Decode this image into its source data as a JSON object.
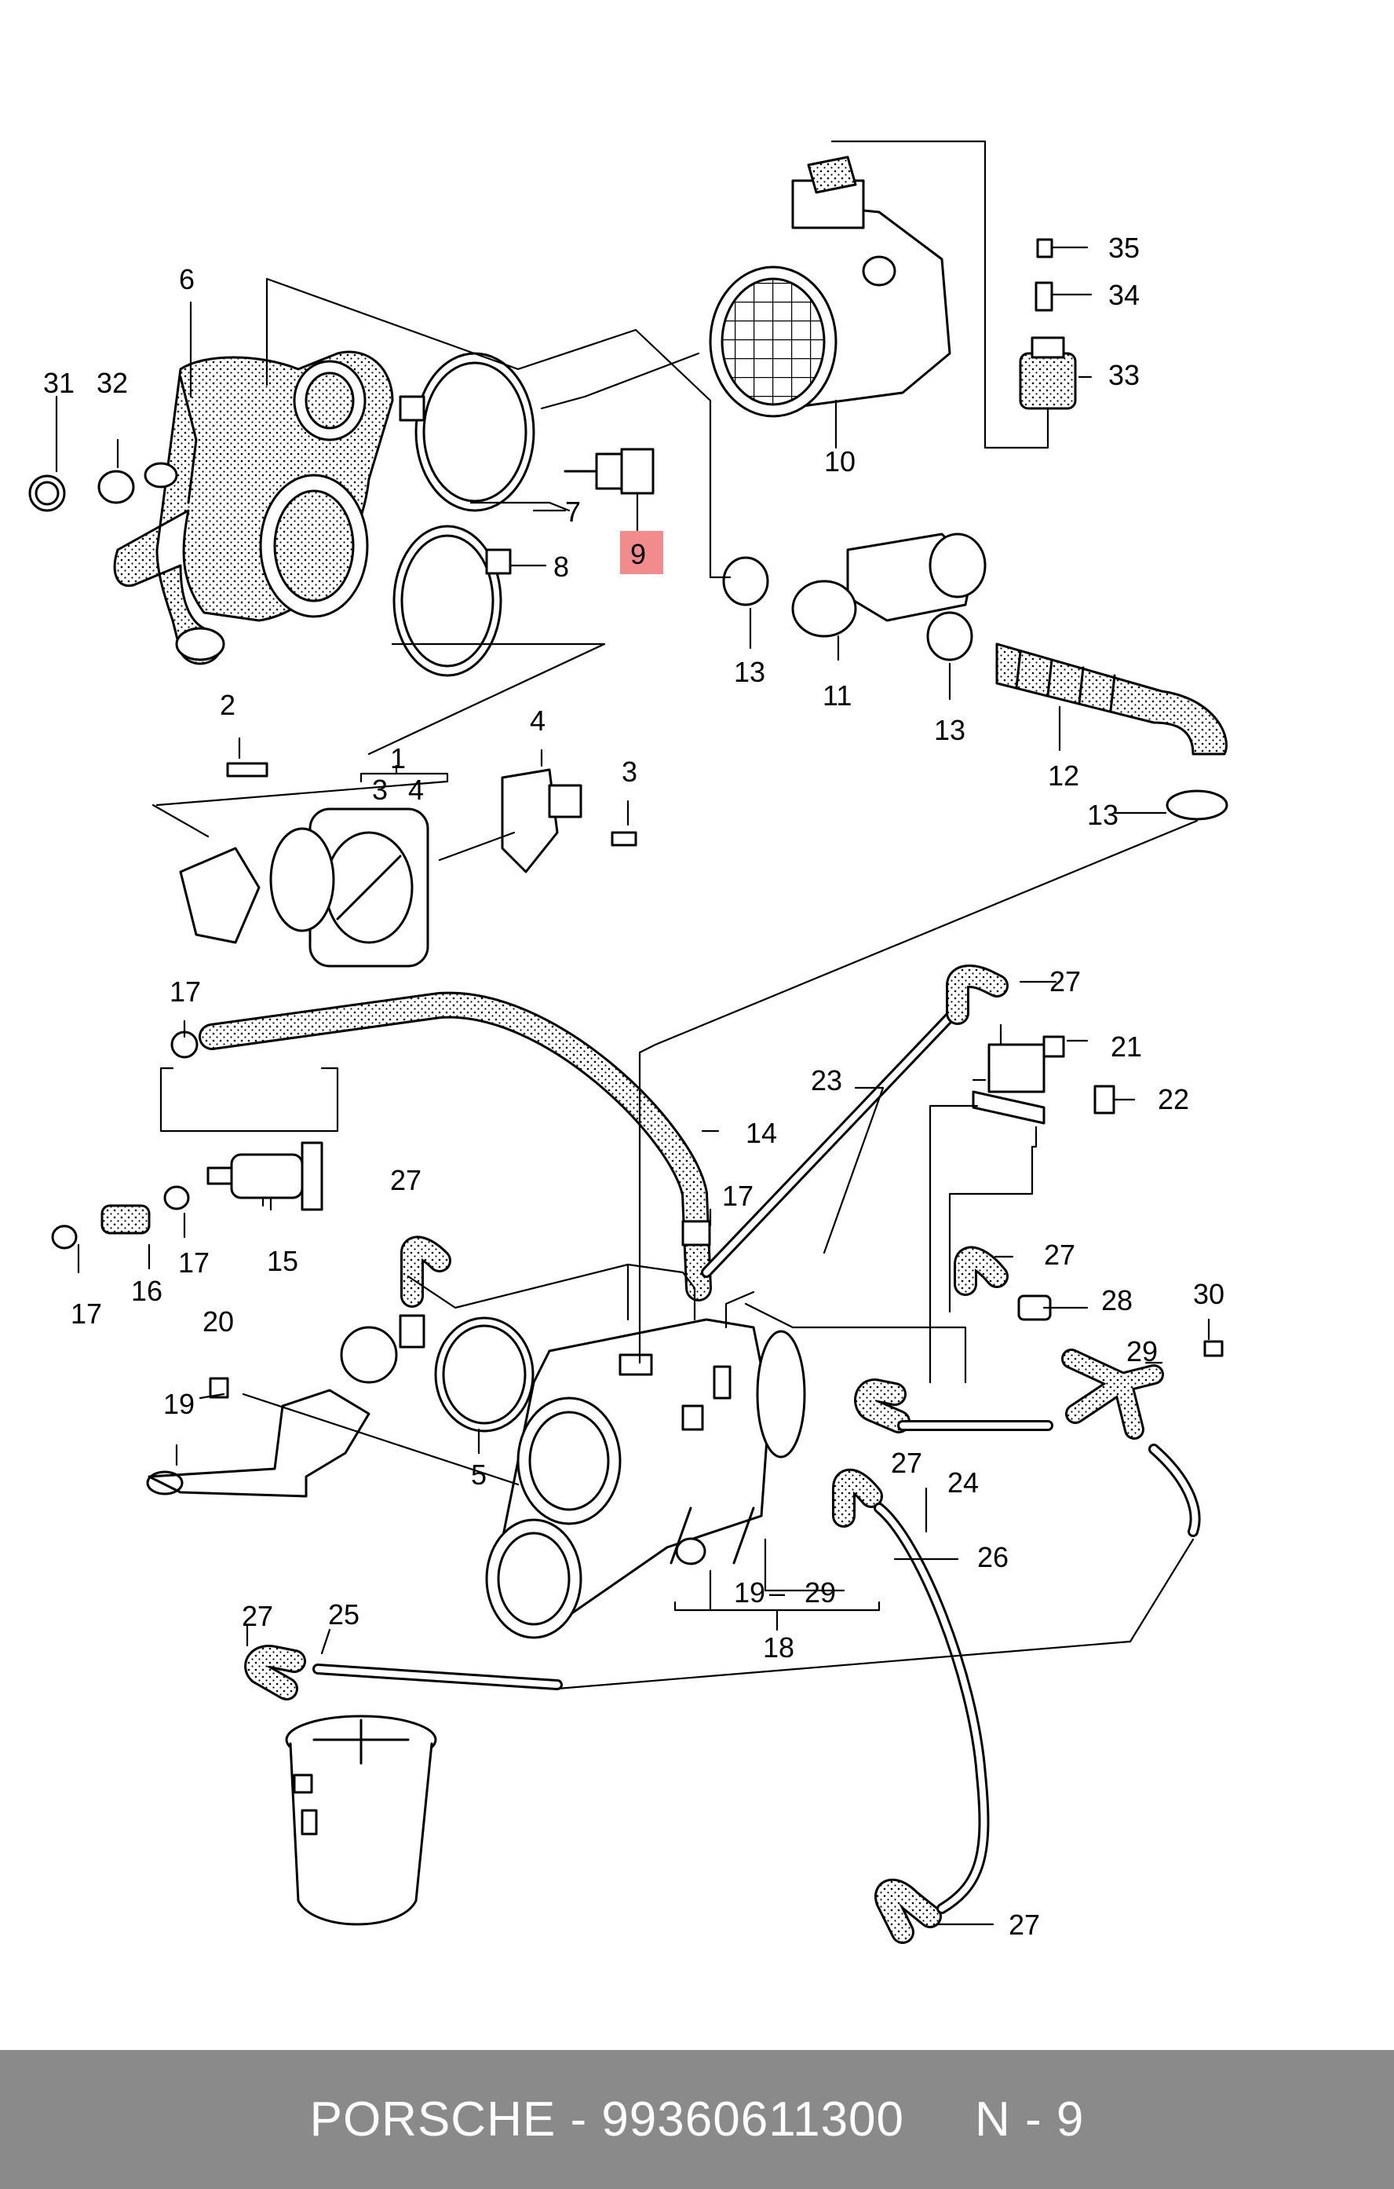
{
  "colors": {
    "footer_background": "#8a8a8a",
    "footer_text": "#ffffff",
    "highlight": "#f28b8b",
    "line": "#000000",
    "stipple": "#d9d9d9"
  },
  "footer": {
    "brand": "PORSCHE",
    "separator": "-",
    "part_number": "99360611300",
    "position": "N - 9"
  },
  "callouts": {
    "c1": "1",
    "c2": "2",
    "c3a": "3",
    "c3b": "3",
    "c4a": "4",
    "c4b": "4",
    "c5": "5",
    "c6": "6",
    "c7": "7",
    "c8": "8",
    "c9": "9",
    "c10": "10",
    "c11": "11",
    "c12": "12",
    "c13a": "13",
    "c13b": "13",
    "c13c": "13",
    "c14": "14",
    "c15": "15",
    "c16": "16",
    "c17a": "17",
    "c17b": "17",
    "c17c": "17",
    "c17d": "17",
    "c18": "18",
    "c19a": "19",
    "c19b": "19",
    "c20": "20",
    "c21": "21",
    "c22": "22",
    "c23": "23",
    "c24": "24",
    "c25": "25",
    "c26": "26",
    "c27a": "27",
    "c27b": "27",
    "c27c": "27",
    "c27d": "27",
    "c27e": "27",
    "c27f": "27",
    "c28": "28",
    "c29a": "29",
    "c29b": "29",
    "c30": "30",
    "c31": "31",
    "c32": "32",
    "c33": "33",
    "c34": "34",
    "c35": "35",
    "dash": "–"
  }
}
